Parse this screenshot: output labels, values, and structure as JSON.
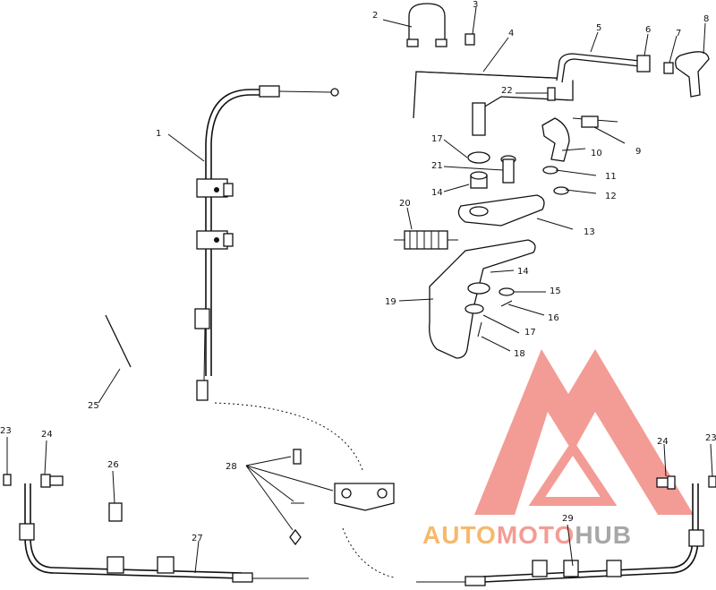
{
  "callouts": {
    "c1": "1",
    "c2": "2",
    "c3": "3",
    "c4": "4",
    "c5": "5",
    "c6": "6",
    "c7": "7",
    "c8": "8",
    "c9": "9",
    "c10": "10",
    "c11": "11",
    "c12": "12",
    "c13": "13",
    "c14a": "14",
    "c14b": "14",
    "c15": "15",
    "c16": "16",
    "c17a": "17",
    "c17b": "17",
    "c18": "18",
    "c19": "19",
    "c20": "20",
    "c21": "21",
    "c22": "22",
    "c23a": "23",
    "c23b": "23",
    "c24a": "24",
    "c24b": "24",
    "c25": "25",
    "c26": "26",
    "c27": "27",
    "c28": "28",
    "c29": "29"
  },
  "watermark": {
    "part1": "AUTO",
    "part2": "MOTO",
    "part3": "HUB",
    "color_orange": "#f4a23a",
    "color_red": "#f07b72",
    "color_gray": "#8a8a8a"
  }
}
